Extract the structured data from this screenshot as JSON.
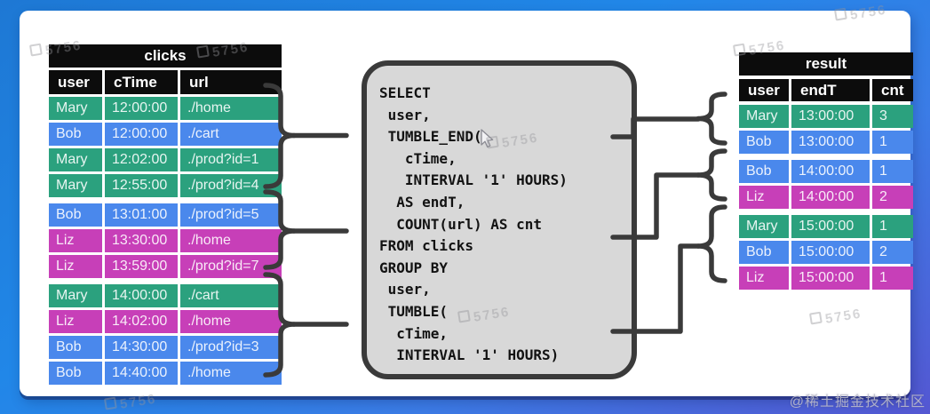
{
  "colors": {
    "green": "#2ba17e",
    "blue": "#4a88ec",
    "magenta": "#c73fb8",
    "header_bg": "#0c0c0c",
    "box_bg": "#d8d8d8",
    "box_border": "#3a3a3a"
  },
  "clicks_table": {
    "title": "clicks",
    "columns": [
      "user",
      "cTime",
      "url"
    ],
    "fields": [
      "user",
      "cTime",
      "url"
    ],
    "groups": [
      {
        "rows": [
          {
            "user": "Mary",
            "cTime": "12:00:00",
            "url": "./home",
            "color": "green"
          },
          {
            "user": "Bob",
            "cTime": "12:00:00",
            "url": "./cart",
            "color": "blue"
          },
          {
            "user": "Mary",
            "cTime": "12:02:00",
            "url": "./prod?id=1",
            "color": "green"
          },
          {
            "user": "Mary",
            "cTime": "12:55:00",
            "url": "./prod?id=4",
            "color": "green"
          }
        ]
      },
      {
        "rows": [
          {
            "user": "Bob",
            "cTime": "13:01:00",
            "url": "./prod?id=5",
            "color": "blue"
          },
          {
            "user": "Liz",
            "cTime": "13:30:00",
            "url": "./home",
            "color": "magenta"
          },
          {
            "user": "Liz",
            "cTime": "13:59:00",
            "url": "./prod?id=7",
            "color": "magenta"
          }
        ]
      },
      {
        "rows": [
          {
            "user": "Mary",
            "cTime": "14:00:00",
            "url": "./cart",
            "color": "green"
          },
          {
            "user": "Liz",
            "cTime": "14:02:00",
            "url": "./home",
            "color": "magenta"
          },
          {
            "user": "Bob",
            "cTime": "14:30:00",
            "url": "./prod?id=3",
            "color": "blue"
          },
          {
            "user": "Bob",
            "cTime": "14:40:00",
            "url": "./home",
            "color": "blue"
          }
        ]
      }
    ]
  },
  "sql_box": {
    "lines": [
      "SELECT",
      " user,",
      " TUMBLE_END(",
      "   cTime,",
      "   INTERVAL '1' HOURS)",
      "  AS endT,",
      "  COUNT(url) AS cnt",
      "FROM clicks",
      "GROUP BY",
      " user,",
      " TUMBLE(",
      "  cTime,",
      "  INTERVAL '1' HOURS)"
    ]
  },
  "result_table": {
    "title": "result",
    "columns": [
      "user",
      "endT",
      "cnt"
    ],
    "fields": [
      "user",
      "endT",
      "cnt"
    ],
    "groups": [
      {
        "rows": [
          {
            "user": "Mary",
            "endT": "13:00:00",
            "cnt": "3",
            "color": "green"
          },
          {
            "user": "Bob",
            "endT": "13:00:00",
            "cnt": "1",
            "color": "blue"
          }
        ]
      },
      {
        "rows": [
          {
            "user": "Bob",
            "endT": "14:00:00",
            "cnt": "1",
            "color": "blue"
          },
          {
            "user": "Liz",
            "endT": "14:00:00",
            "cnt": "2",
            "color": "magenta"
          }
        ]
      },
      {
        "rows": [
          {
            "user": "Mary",
            "endT": "15:00:00",
            "cnt": "1",
            "color": "green"
          },
          {
            "user": "Bob",
            "endT": "15:00:00",
            "cnt": "2",
            "color": "blue"
          },
          {
            "user": "Liz",
            "endT": "15:00:00",
            "cnt": "1",
            "color": "magenta"
          }
        ]
      }
    ]
  },
  "watermark": {
    "badge": "5756",
    "attribution": "@稀土掘金技术社区"
  }
}
